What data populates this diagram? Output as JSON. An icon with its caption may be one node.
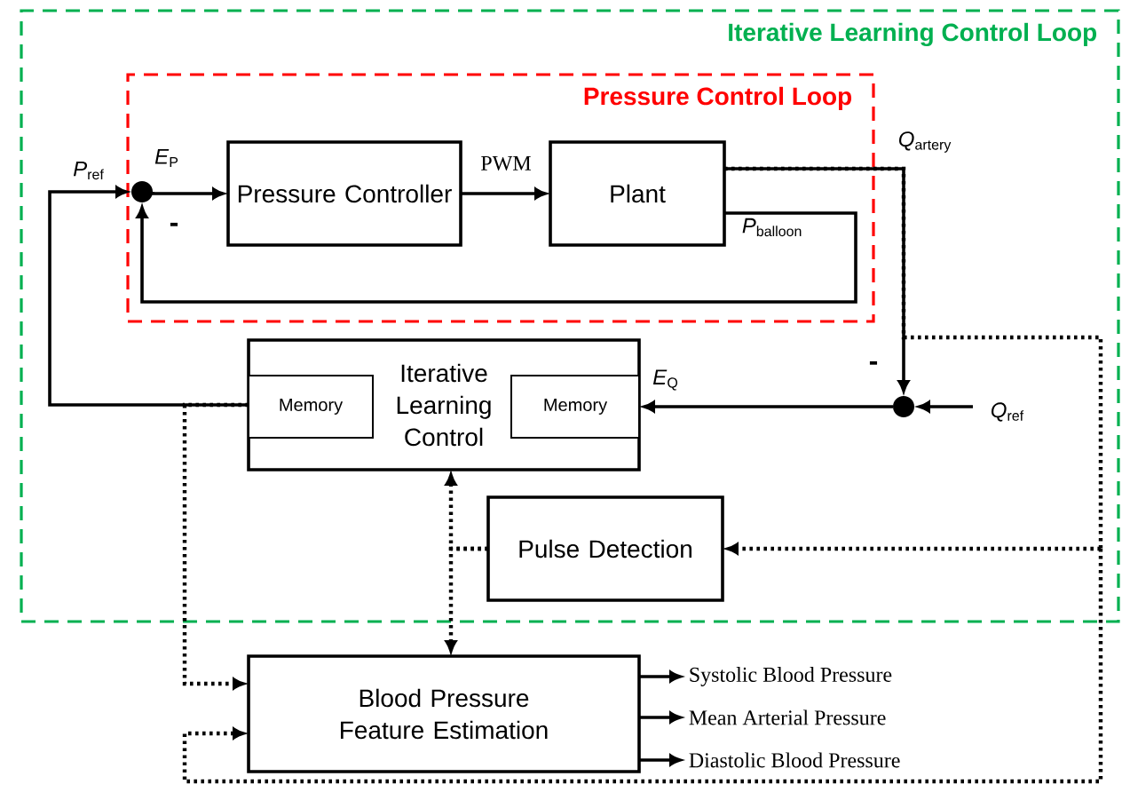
{
  "diagram": {
    "nodes": [
      {
        "text": [
          "Iterative Learning Control Loop"
        ]
      },
      {
        "text": [
          "Pressure Control Loop"
        ],
        "in": 0
      },
      {
        "text": [],
        "shape": "circle",
        "in": 1
      },
      {
        "text": [
          "Pressure Controller"
        ],
        "in": 1
      },
      {
        "text": [
          "Plant"
        ],
        "in": 1
      },
      {
        "text": [],
        "shape": "circle",
        "in": 0
      },
      {
        "text": [
          "Iterative Learning Control"
        ],
        "in": 0
      },
      {
        "text": [
          "Memory"
        ],
        "in": 6
      },
      {
        "text": [
          "Memory"
        ],
        "in": 6
      },
      {
        "text": [
          "Pulse Detection"
        ],
        "in": 0
      },
      {
        "text": [
          "Blood Pressure Feature Estimation"
        ]
      },
      {
        "text": [
          "Systolic Blood Pressure"
        ]
      },
      {
        "text": [
          "Mean Arterial Pressure"
        ]
      },
      {
        "text": [
          "Diastolic Blood Pressure"
        ]
      }
    ],
    "edges": [
      {
        "from": 6,
        "to": 2,
        "arrow": "to",
        "label": "*P*$_{ref}$"
      },
      {
        "from": 2,
        "to": 3,
        "arrow": "to",
        "label": "*E*$_{P}$"
      },
      {
        "from": 3,
        "to": 4,
        "arrow": "to",
        "label": "PWM"
      },
      {
        "from": 4,
        "to": 2,
        "arrow": "to",
        "label": "*P*$_{balloon}$"
      },
      {
        "from": 4,
        "to": 5,
        "arrow": "to",
        "label": "*Q*$_{artery}$"
      },
      {
        "from": null,
        "to": 5,
        "arrow": "to",
        "label": "*Q*$_{ref}$"
      },
      {
        "from": 5,
        "to": 8,
        "arrow": "to",
        "label": "*E*$_{Q}$"
      },
      {
        "from": 9,
        "to": 6,
        "arrow": "to",
        "style": "dashed"
      },
      {
        "from": 9,
        "to": 10,
        "arrow": "to",
        "style": "dashed"
      },
      {
        "from": 6,
        "to": 10,
        "arrow": "to",
        "style": "dashed"
      },
      {
        "from": 4,
        "to": 9,
        "arrow": "to",
        "style": "dashed"
      },
      {
        "from": 4,
        "to": 10,
        "arrow": "to",
        "style": "dashed"
      },
      {
        "from": 10,
        "to": 11,
        "arrow": "to"
      },
      {
        "from": 10,
        "to": 12,
        "arrow": "to"
      },
      {
        "from": 10,
        "to": 13,
        "arrow": "to"
      }
    ],
    "labels": [
      "-",
      "-"
    ]
  }
}
